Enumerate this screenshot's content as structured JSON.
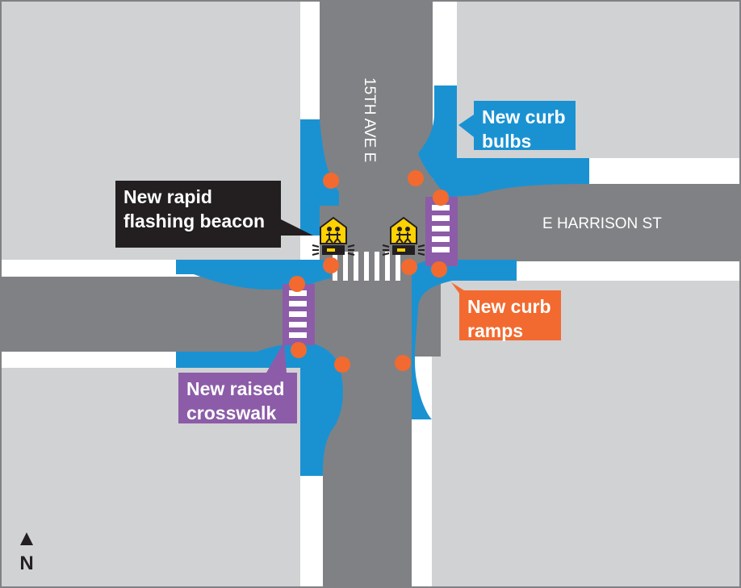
{
  "streets": {
    "north_south": "15TH AVE E",
    "east_west": "E HARRISON ST"
  },
  "callouts": {
    "beacon": {
      "line1": "New rapid",
      "line2": "flashing beacon"
    },
    "bulbs": {
      "line1": "New curb",
      "line2": "bulbs"
    },
    "ramps": {
      "line1": "New curb",
      "line2": "ramps"
    },
    "crosswalk": {
      "line1": "New raised",
      "line2": "crosswalk"
    }
  },
  "north_arrow": {
    "label": "N"
  },
  "colors": {
    "block": "#d1d2d4",
    "road": "#808184",
    "sidewalk": "#ffffff",
    "curb_bulb": "#1a92d2",
    "curb_ramp": "#f26a2f",
    "raised_crosswalk": "#8c5ca8",
    "beacon_callout": "#231f20",
    "beacon_sign": "#ffd200"
  },
  "icons": {
    "beacon": "school-crossing-sign-icon",
    "north": "north-arrow-icon"
  }
}
